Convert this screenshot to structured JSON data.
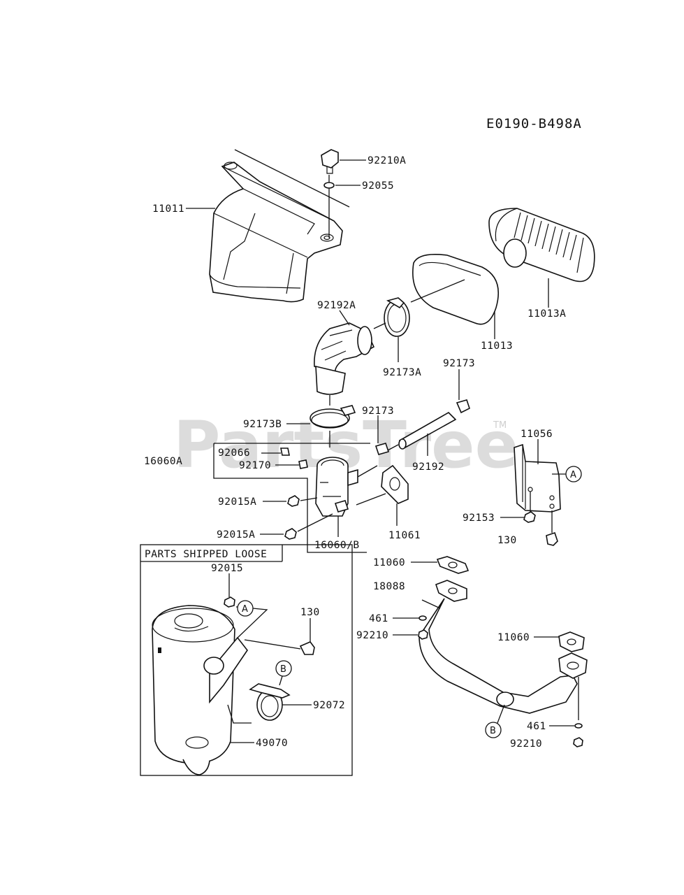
{
  "diagram_code": "E0190-B498A",
  "watermark": {
    "text": "PartsTree",
    "tm": "TM"
  },
  "parts_box_title": "PARTS SHIPPED LOOSE",
  "callout_a": "A",
  "callout_b": "B",
  "parts": {
    "p11011": "11011",
    "p92210A": "92210A",
    "p92055": "92055",
    "p11013A": "11013A",
    "p92192A": "92192A",
    "p11013": "11013",
    "p92173A": "92173A",
    "p92173_top": "92173",
    "p92173B": "92173B",
    "p92173_mid": "92173",
    "p11056": "11056",
    "p16060A": "16060A",
    "p92066": "92066",
    "p92170": "92170",
    "p92192": "92192",
    "p92015A_1": "92015A",
    "p92153": "92153",
    "p92015A_2": "92015A",
    "p16060B": "16060/B",
    "p11061": "11061",
    "p130_right": "130",
    "p11060_top": "11060",
    "p92015": "92015",
    "p18088": "18088",
    "p130_box": "130",
    "p461_top": "461",
    "p92210_top": "92210",
    "p11060_right": "11060",
    "p92072": "92072",
    "p461_bottom": "461",
    "p49070": "49070",
    "p92210_bottom": "92210"
  }
}
